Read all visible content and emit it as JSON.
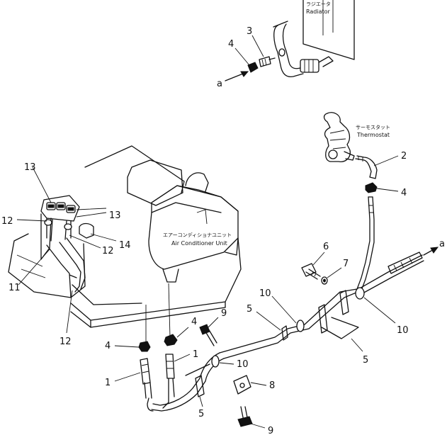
{
  "captions": {
    "radiator_jp": "ラジエータ",
    "radiator_en": "Radiator",
    "thermostat_jp": "サーモスタット",
    "thermostat_en": "Thermostat",
    "ac_unit_jp": "エアーコンディショナユニット",
    "ac_unit_en": "Air Conditioner Unit"
  },
  "arrow_refs": {
    "top": "a",
    "right": "a"
  },
  "callouts": {
    "c3": "3",
    "c4_top": "4",
    "c2": "2",
    "c4_right": "4",
    "c13_top": "13",
    "c12_left": "12",
    "c13_right": "13",
    "c14": "14",
    "c12_mid": "12",
    "c11": "11",
    "c12_bottom": "12",
    "c6": "6",
    "c7": "7",
    "c10_upper": "10",
    "c5_upper": "5",
    "c10_right": "10",
    "c5_right": "5",
    "c9_mid": "9",
    "c4_mid": "4",
    "c4_left": "4",
    "c1_mid": "1",
    "c1_left": "1",
    "c10_lower": "10",
    "c8": "8",
    "c5_lower": "5",
    "c9_bottom": "9"
  }
}
